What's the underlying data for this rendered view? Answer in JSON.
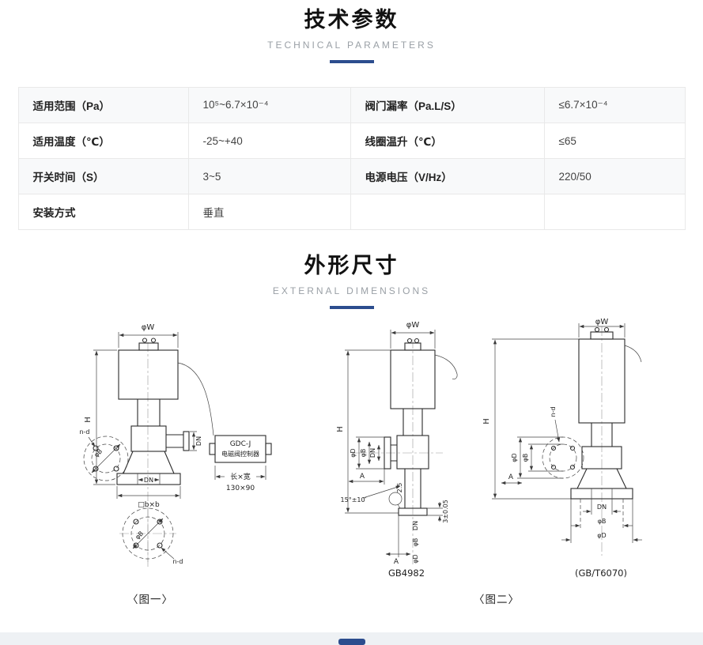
{
  "colors": {
    "accent": "#2c4d8e",
    "page_bg": "#ffffff",
    "table_stripe": "#f8f9fa",
    "footer_bg": "#eef1f4"
  },
  "sections": {
    "tech": {
      "title": "技术参数",
      "subtitle": "TECHNICAL PARAMETERS"
    },
    "dims": {
      "title": "外形尺寸",
      "subtitle": "EXTERNAL DIMENSIONS"
    }
  },
  "table": {
    "rows": [
      [
        "适用范围（Pa）",
        "10⁵~6.7×10⁻⁴",
        "阀门漏率（Pa.L/S）",
        "≤6.7×10⁻⁴"
      ],
      [
        "适用温度（℃）",
        "-25~+40",
        "线圈温升（℃）",
        "≤65"
      ],
      [
        "开关时间（S）",
        "3~5",
        "电源电压（V/Hz）",
        "220/50"
      ],
      [
        "安装方式",
        "垂直",
        "",
        ""
      ]
    ]
  },
  "figures": {
    "fig1": {
      "caption": "〈图一〉",
      "labels": {
        "phiW": "φW",
        "H": "H",
        "dn_side": "DN",
        "controller_model": "GDC-J",
        "controller_name": "电磁阀控制器",
        "size_label": "长×宽",
        "size_value": "130×90",
        "dn_bottom": "DN",
        "bxb": "□b×b",
        "phiB_top": "φB",
        "nd_top": "n-d",
        "phiB_bottom": "φB",
        "nd_bottom": "n-d"
      }
    },
    "fig2": {
      "caption": "〈图二〉",
      "standard": "GB4982",
      "labels": {
        "phiW": "φW",
        "H": "H",
        "phiD_side": "φD",
        "phiB_side": "φB",
        "dn_side": "DN",
        "A_side": "A",
        "angle": "15°±10′",
        "groove_width": "2.5",
        "groove_depth": "3±0.05",
        "dn_bottom": "DN",
        "phiB_bottom": "φB",
        "phiD_bottom": "φD",
        "A_bottom": "A"
      }
    },
    "fig3": {
      "standard": "(GB/T6070)",
      "labels": {
        "phiW": "φW",
        "H": "H",
        "nd": "n-d",
        "phiD": "φD",
        "phiB": "φB",
        "A": "A",
        "dn_bottom": "DN",
        "phiB_bottom": "φB",
        "phiD_bottom": "φD"
      }
    }
  }
}
